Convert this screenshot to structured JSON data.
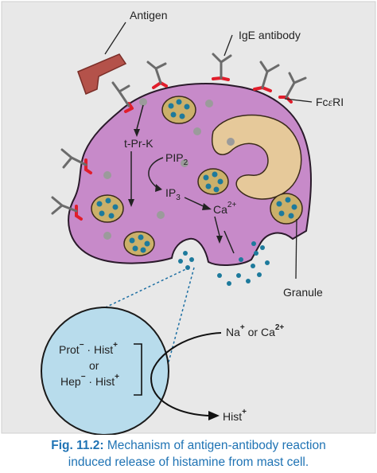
{
  "labels": {
    "antigen": "Antigen",
    "ige_antibody": "IgE antibody",
    "receptor_prefix": "Fc",
    "receptor_epsilon": "ε",
    "receptor_suffix": "RI",
    "kinase": "t-Pr-K",
    "pip_base": "PIP",
    "pip_sub": "2",
    "ip_base": "IP",
    "ip_sub": "3",
    "ca_base": "Ca",
    "ca_sup": "2+",
    "granule": "Granule",
    "ion_na": "Na",
    "ion_plus": "+",
    "ion_or": " or Ca",
    "ion_ca_sup": "2+",
    "prot": "Prot",
    "prot_sup": "−",
    "dot": " · Hist",
    "hist_sup": "+",
    "or": "or",
    "hep": "Hep",
    "hep_sup": "−",
    "hist_out": "Hist",
    "hist_out_sup": "+"
  },
  "caption": {
    "label": "Fig. 11.2:",
    "text_line1": " Mechanism of antigen-antibody reaction",
    "text_line2": "induced release of histamine from mast cell."
  },
  "colors": {
    "background": "#e8e8e8",
    "cell": "#c78ac9",
    "cell_stroke": "#2a1a2a",
    "nucleus": "#e6c99a",
    "granule_fill": "#cbb06a",
    "granule_dot": "#1d7a9c",
    "receptor": "#e11d2b",
    "antibody": "#6b6b6b",
    "antigen": "#b4524a",
    "circle": "#b8dcec",
    "caption": "#1f73b4"
  }
}
